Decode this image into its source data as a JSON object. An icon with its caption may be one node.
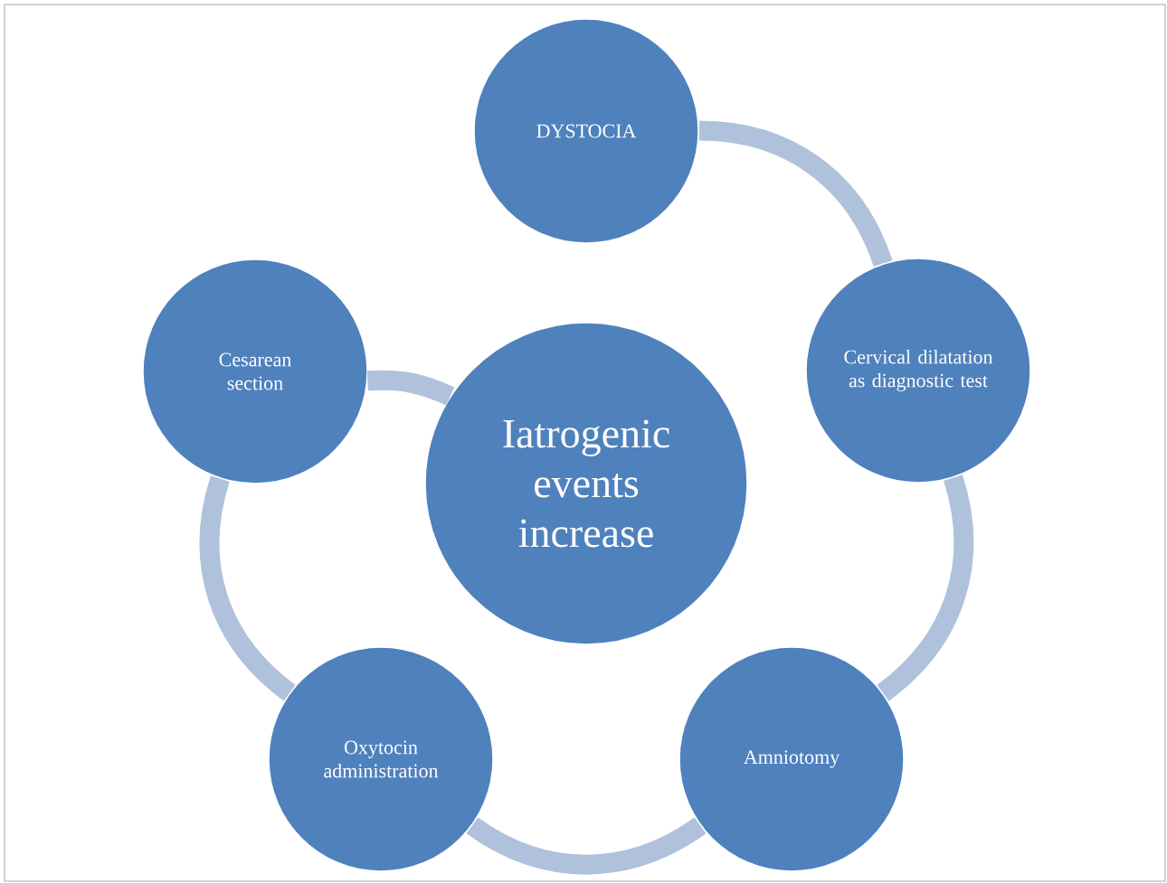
{
  "diagram": {
    "nodes": [
      {
        "text": [
          "Iatrogenic events increase"
        ]
      },
      {
        "text": [
          "DYSTOCIA"
        ]
      },
      {
        "text": [
          "Cervical dilatation as diagnostic test"
        ]
      },
      {
        "text": [
          "Amniotomy"
        ]
      },
      {
        "text": [
          "Oxytocin administration"
        ]
      },
      {
        "text": [
          "Cesarean section"
        ]
      }
    ],
    "edges": [
      {
        "from": 1,
        "to": 2,
        "arrow": "none"
      },
      {
        "from": 2,
        "to": 3,
        "arrow": "none"
      },
      {
        "from": 3,
        "to": 4,
        "arrow": "none"
      },
      {
        "from": 4,
        "to": 5,
        "arrow": "none"
      },
      {
        "from": 5,
        "to": 0,
        "arrow": "none"
      }
    ]
  }
}
